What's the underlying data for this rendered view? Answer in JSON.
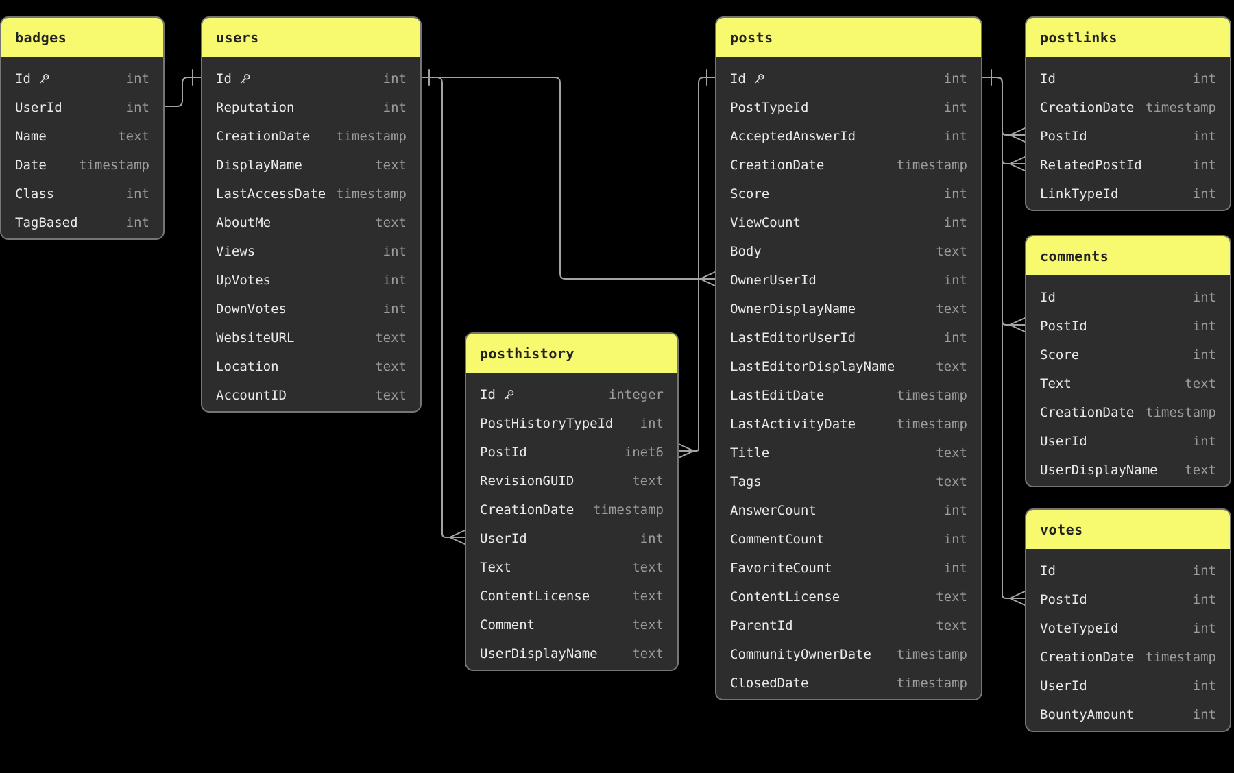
{
  "diagram": {
    "background_color": "#000000",
    "header_color": "#f7f96e",
    "header_text_color": "#232323",
    "table_body_color": "#2d2d2d",
    "table_border_color": "#757575",
    "field_name_color": "#eaeaea",
    "field_type_color": "#9c9c9c",
    "connector_color": "#a3a3a3",
    "primary_key_icon": "key-icon"
  },
  "tables": [
    {
      "name": "badges",
      "fields": [
        {
          "name": "Id",
          "type": "int",
          "pk": true
        },
        {
          "name": "UserId",
          "type": "int"
        },
        {
          "name": "Name",
          "type": "text"
        },
        {
          "name": "Date",
          "type": "timestamp"
        },
        {
          "name": "Class",
          "type": "int"
        },
        {
          "name": "TagBased",
          "type": "int"
        }
      ]
    },
    {
      "name": "users",
      "fields": [
        {
          "name": "Id",
          "type": "int",
          "pk": true
        },
        {
          "name": "Reputation",
          "type": "int"
        },
        {
          "name": "CreationDate",
          "type": "timestamp"
        },
        {
          "name": "DisplayName",
          "type": "text"
        },
        {
          "name": "LastAccessDate",
          "type": "timestamp"
        },
        {
          "name": "AboutMe",
          "type": "text"
        },
        {
          "name": "Views",
          "type": "int"
        },
        {
          "name": "UpVotes",
          "type": "int"
        },
        {
          "name": "DownVotes",
          "type": "int"
        },
        {
          "name": "WebsiteURL",
          "type": "text"
        },
        {
          "name": "Location",
          "type": "text"
        },
        {
          "name": "AccountID",
          "type": "text"
        }
      ]
    },
    {
      "name": "posthistory",
      "fields": [
        {
          "name": "Id",
          "type": "integer",
          "pk": true
        },
        {
          "name": "PostHistoryTypeId",
          "type": "int"
        },
        {
          "name": "PostId",
          "type": "inet6"
        },
        {
          "name": "RevisionGUID",
          "type": "text"
        },
        {
          "name": "CreationDate",
          "type": "timestamp"
        },
        {
          "name": "UserId",
          "type": "int"
        },
        {
          "name": "Text",
          "type": "text"
        },
        {
          "name": "ContentLicense",
          "type": "text"
        },
        {
          "name": "Comment",
          "type": "text"
        },
        {
          "name": "UserDisplayName",
          "type": "text"
        }
      ]
    },
    {
      "name": "posts",
      "fields": [
        {
          "name": "Id",
          "type": "int",
          "pk": true
        },
        {
          "name": "PostTypeId",
          "type": "int"
        },
        {
          "name": "AcceptedAnswerId",
          "type": "int"
        },
        {
          "name": "CreationDate",
          "type": "timestamp"
        },
        {
          "name": "Score",
          "type": "int"
        },
        {
          "name": "ViewCount",
          "type": "int"
        },
        {
          "name": "Body",
          "type": "text"
        },
        {
          "name": "OwnerUserId",
          "type": "int"
        },
        {
          "name": "OwnerDisplayName",
          "type": "text"
        },
        {
          "name": "LastEditorUserId",
          "type": "int"
        },
        {
          "name": "LastEditorDisplayName",
          "type": "text"
        },
        {
          "name": "LastEditDate",
          "type": "timestamp"
        },
        {
          "name": "LastActivityDate",
          "type": "timestamp"
        },
        {
          "name": "Title",
          "type": "text"
        },
        {
          "name": "Tags",
          "type": "text"
        },
        {
          "name": "AnswerCount",
          "type": "int"
        },
        {
          "name": "CommentCount",
          "type": "int"
        },
        {
          "name": "FavoriteCount",
          "type": "int"
        },
        {
          "name": "ContentLicense",
          "type": "text"
        },
        {
          "name": "ParentId",
          "type": "text"
        },
        {
          "name": "CommunityOwnerDate",
          "type": "timestamp"
        },
        {
          "name": "ClosedDate",
          "type": "timestamp"
        }
      ]
    },
    {
      "name": "postlinks",
      "fields": [
        {
          "name": "Id",
          "type": "int"
        },
        {
          "name": "CreationDate",
          "type": "timestamp"
        },
        {
          "name": "PostId",
          "type": "int"
        },
        {
          "name": "RelatedPostId",
          "type": "int"
        },
        {
          "name": "LinkTypeId",
          "type": "int"
        }
      ]
    },
    {
      "name": "comments",
      "fields": [
        {
          "name": "Id",
          "type": "int"
        },
        {
          "name": "PostId",
          "type": "int"
        },
        {
          "name": "Score",
          "type": "int"
        },
        {
          "name": "Text",
          "type": "text"
        },
        {
          "name": "CreationDate",
          "type": "timestamp"
        },
        {
          "name": "UserId",
          "type": "int"
        },
        {
          "name": "UserDisplayName",
          "type": "text"
        }
      ]
    },
    {
      "name": "votes",
      "fields": [
        {
          "name": "Id",
          "type": "int"
        },
        {
          "name": "PostId",
          "type": "int"
        },
        {
          "name": "VoteTypeId",
          "type": "int"
        },
        {
          "name": "CreationDate",
          "type": "timestamp"
        },
        {
          "name": "UserId",
          "type": "int"
        },
        {
          "name": "BountyAmount",
          "type": "int"
        }
      ]
    }
  ],
  "relationships": [
    {
      "from": {
        "table": "badges",
        "field": "UserId",
        "cardinality": "many"
      },
      "to": {
        "table": "users",
        "field": "Id",
        "cardinality": "one"
      }
    },
    {
      "from": {
        "table": "users",
        "field": "Id",
        "cardinality": "one"
      },
      "to": {
        "table": "posts",
        "field": "OwnerUserId",
        "cardinality": "many"
      }
    },
    {
      "from": {
        "table": "users",
        "field": "Id",
        "cardinality": "one"
      },
      "to": {
        "table": "posthistory",
        "field": "UserId",
        "cardinality": "many"
      }
    },
    {
      "from": {
        "table": "posts",
        "field": "Id",
        "cardinality": "one"
      },
      "to": {
        "table": "posthistory",
        "field": "PostId",
        "cardinality": "many"
      }
    },
    {
      "from": {
        "table": "posts",
        "field": "Id",
        "cardinality": "one"
      },
      "to": {
        "table": "postlinks",
        "field": "PostId",
        "cardinality": "many"
      }
    },
    {
      "from": {
        "table": "posts",
        "field": "Id",
        "cardinality": "one"
      },
      "to": {
        "table": "postlinks",
        "field": "RelatedPostId",
        "cardinality": "many"
      }
    },
    {
      "from": {
        "table": "posts",
        "field": "Id",
        "cardinality": "one"
      },
      "to": {
        "table": "comments",
        "field": "PostId",
        "cardinality": "many"
      }
    },
    {
      "from": {
        "table": "posts",
        "field": "Id",
        "cardinality": "one"
      },
      "to": {
        "table": "votes",
        "field": "PostId",
        "cardinality": "many"
      }
    }
  ]
}
